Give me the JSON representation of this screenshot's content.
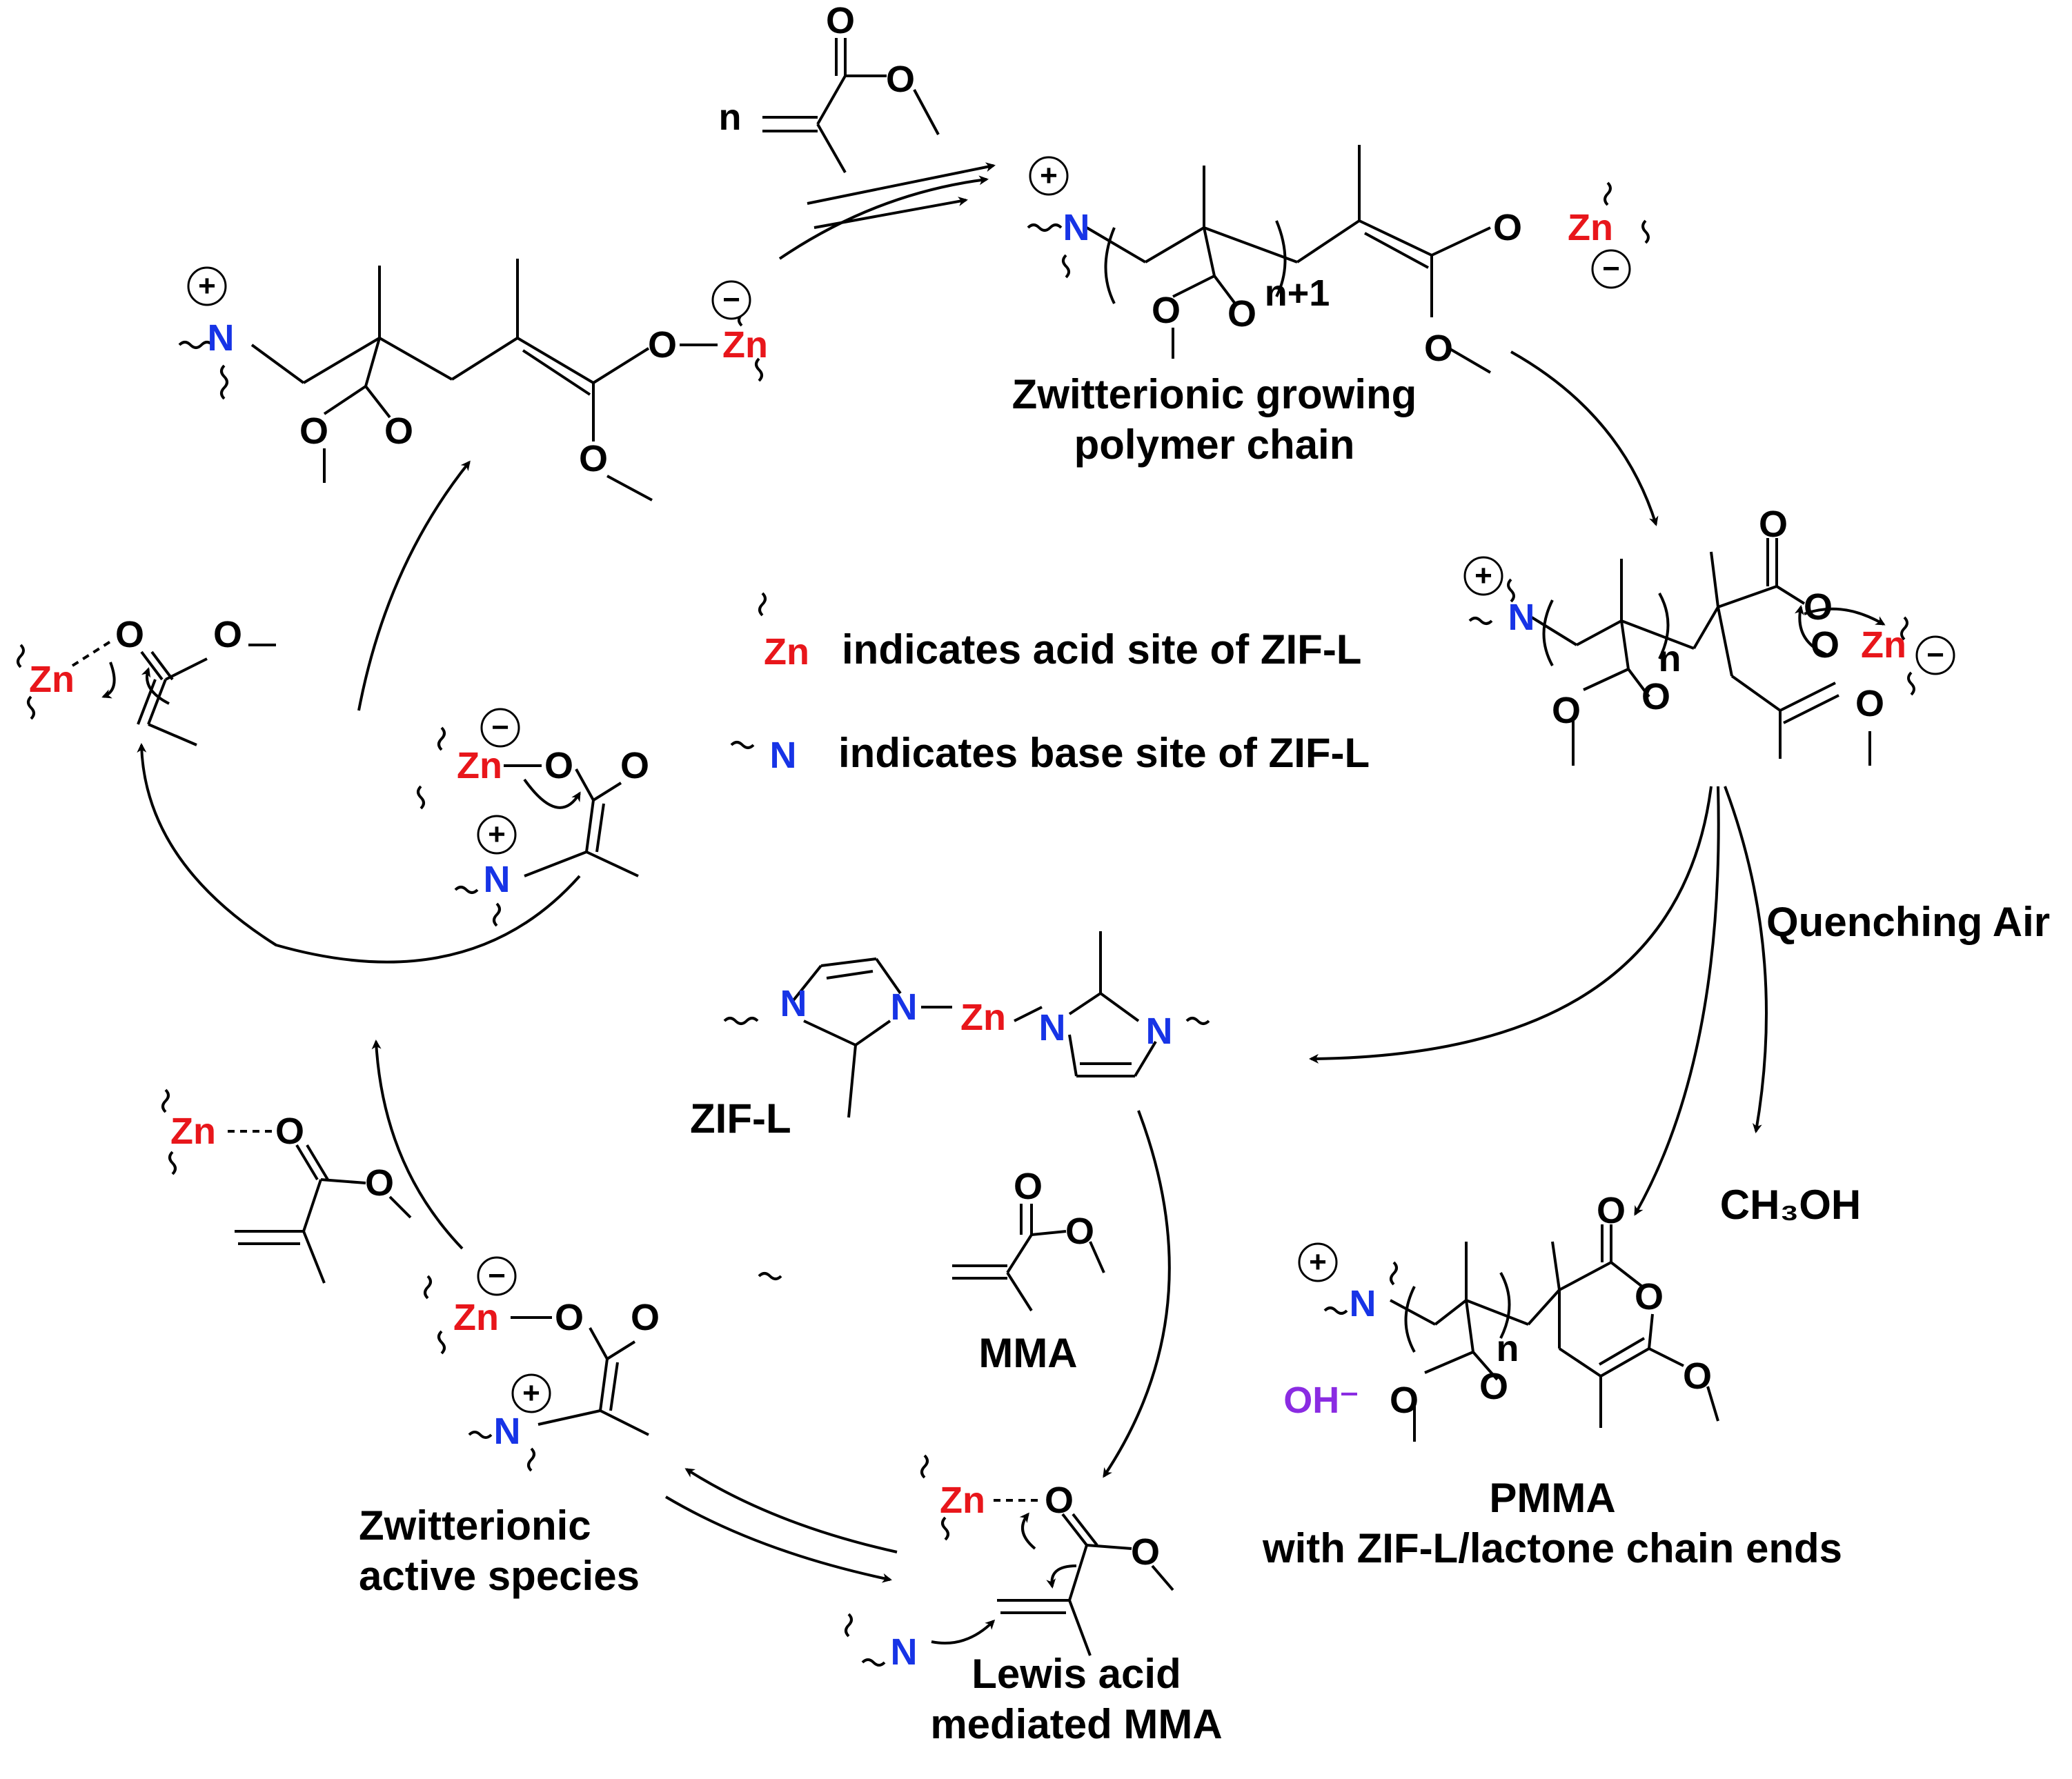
{
  "labels": {
    "zwitterionic_growing": "Zwitterionic growing\npolymer chain",
    "quenching_air": "Quenching Air",
    "methanol": "CH₃OH",
    "pmma": "PMMA\nwith ZIF-L/lactone chain ends",
    "mma": "MMA",
    "zif_l": "ZIF-L",
    "lewis_acid": "Lewis acid\nmediated MMA",
    "zwitterionic_active": "Zwitterionic\nactive species",
    "acid_site_legend": "indicates acid site of ZIF-L",
    "base_site_legend": "indicates base site of ZIF-L"
  },
  "atoms": {
    "zinc": "Zn",
    "nitrogen": "N",
    "oxygen": "O",
    "hydroxide": "OH⁻",
    "repeat_n": "n",
    "repeat_n_plus_1": "n+1",
    "plus_charge": "+",
    "minus_charge": "−"
  },
  "colors": {
    "zinc": "#e8161b",
    "nitrogen": "#1734e6",
    "hydroxide": "#8a2be2",
    "bonds": "#000000"
  }
}
